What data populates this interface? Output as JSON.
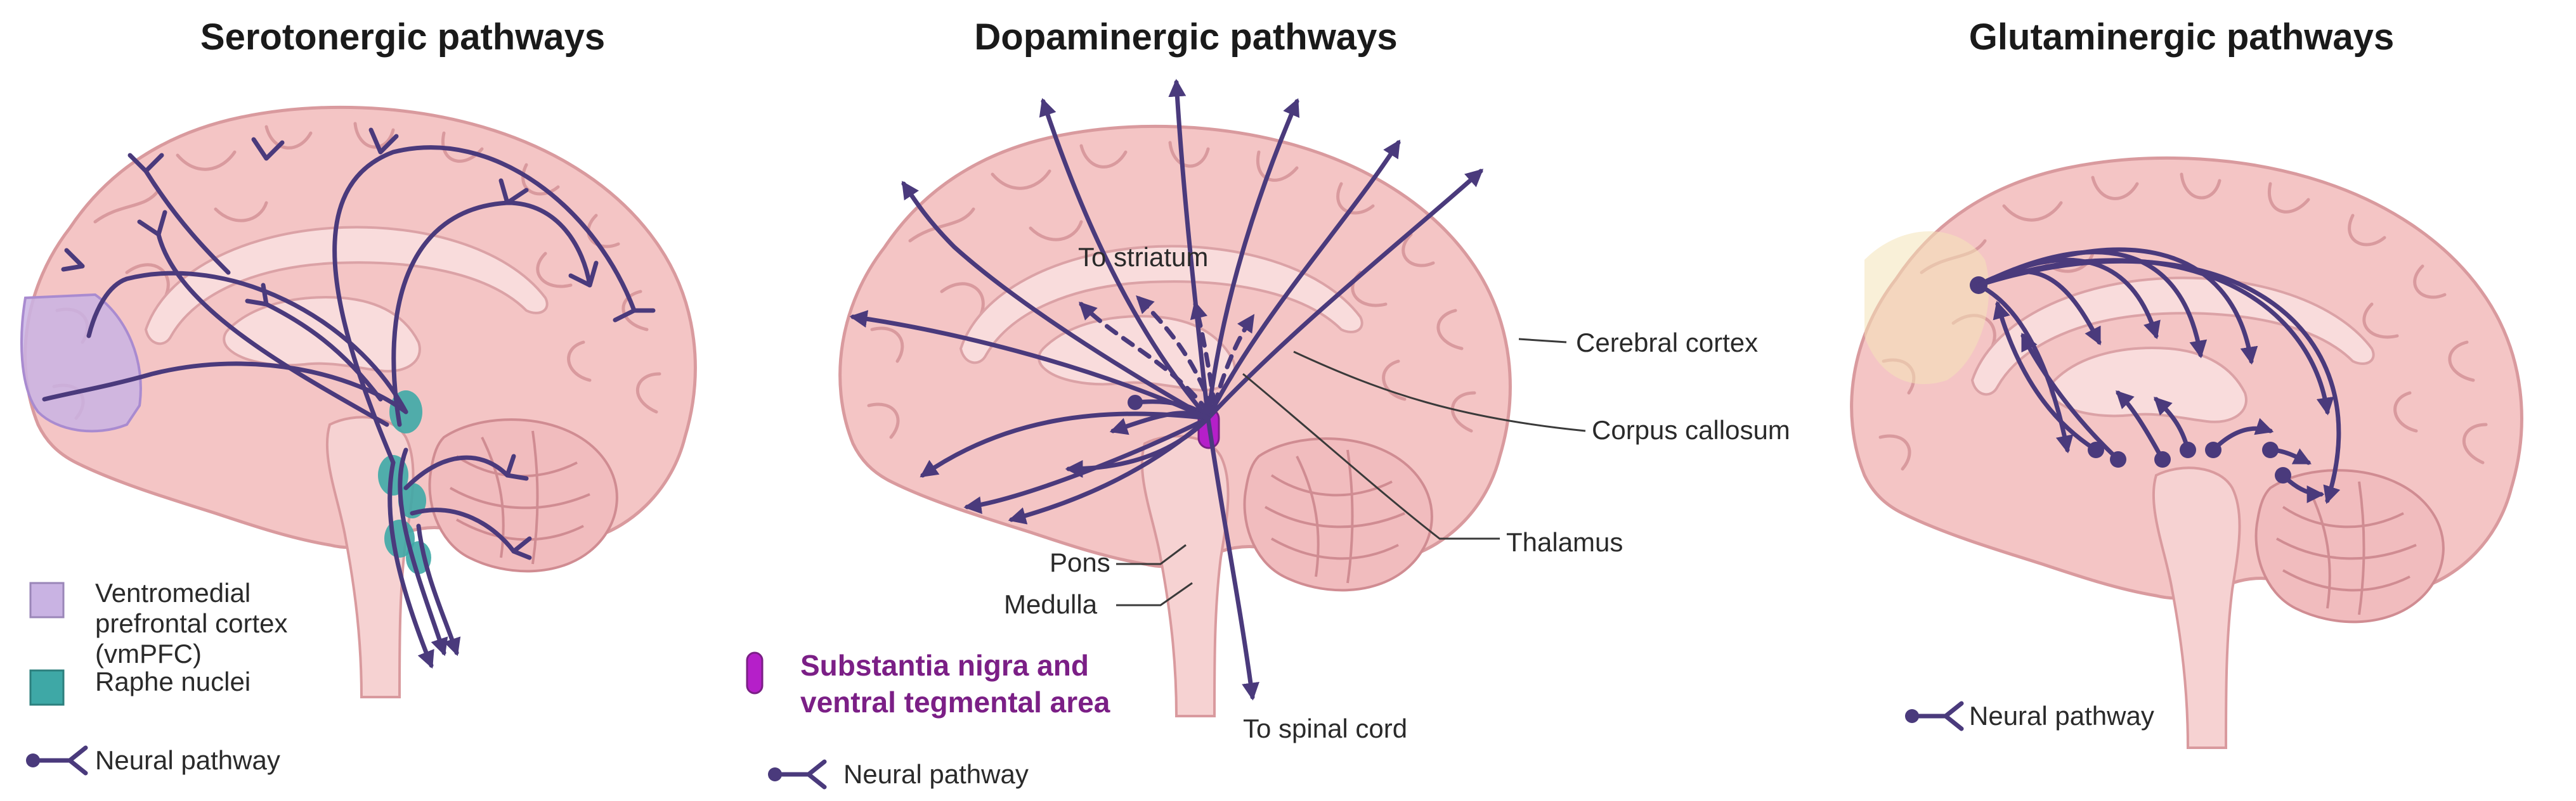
{
  "panels": [
    {
      "title": "Serotonergic pathways",
      "legend": [
        {
          "label": "Ventromedial prefrontal cortex (vmPFC)",
          "color": "#c9b3e3"
        },
        {
          "label": "Raphe nuclei",
          "color": "#3ea8a6"
        },
        {
          "label": "Neural pathway",
          "color": "#4a3a7c"
        }
      ]
    },
    {
      "title": "Dopaminergic  pathways",
      "labels": {
        "to_striatum": "To striatum",
        "cerebral_cortex": "Cerebral cortex",
        "corpus_callosum": "Corpus callosum",
        "thalamus": "Thalamus",
        "pons": "Pons",
        "medulla": "Medulla",
        "to_spinal_cord": "To spinal cord"
      },
      "legend": [
        {
          "label": "Substantia nigra and ventral tegmental area",
          "color": "#b51fc9"
        },
        {
          "label": "Neural pathway",
          "color": "#4a3a7c"
        }
      ]
    },
    {
      "title": "Glutaminergic pathways",
      "legend": [
        {
          "label": "Neural pathway",
          "color": "#4a3a7c"
        }
      ]
    }
  ],
  "colors": {
    "brain_fill": "#f4c5c5",
    "brain_outline": "#d99a9e",
    "pathway": "#4a3a7c",
    "vmpfc": "#c9b3e3",
    "raphe": "#3ea8a6",
    "sn_vta": "#b51fc9",
    "sn_vta_text": "#7b1f86"
  }
}
